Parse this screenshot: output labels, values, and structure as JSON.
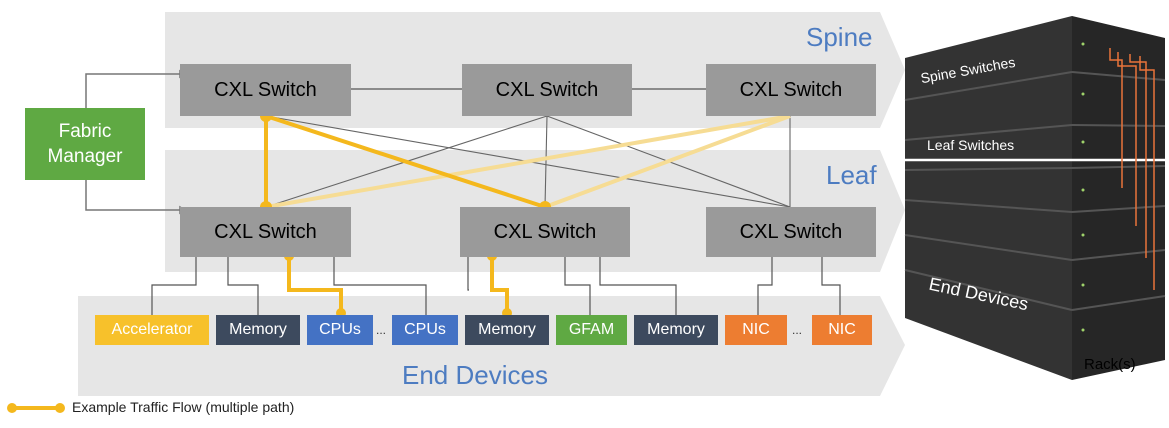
{
  "layers": {
    "spine": "Spine",
    "leaf": "Leaf",
    "end": "End Devices"
  },
  "fabric_manager": "Fabric\nManager",
  "switches": {
    "spine": [
      "CXL Switch",
      "CXL Switch",
      "CXL Switch"
    ],
    "leaf": [
      "CXL Switch",
      "CXL Switch",
      "CXL Switch"
    ]
  },
  "devices": [
    {
      "label": "Accelerator",
      "color": "#f7c12b"
    },
    {
      "label": "Memory",
      "color": "#3d4a5e"
    },
    {
      "label": "CPUs",
      "color": "#4472c4"
    },
    {
      "label": "CPUs",
      "color": "#4472c4"
    },
    {
      "label": "Memory",
      "color": "#3d4a5e"
    },
    {
      "label": "GFAM",
      "color": "#5fa943"
    },
    {
      "label": "Memory",
      "color": "#3d4a5e"
    },
    {
      "label": "NIC",
      "color": "#ed7d31"
    },
    {
      "label": "NIC",
      "color": "#ed7d31"
    }
  ],
  "ellipsis": "...",
  "rack": {
    "spine": "Spine Switches",
    "leaf": "Leaf Switches",
    "end": "End Devices",
    "caption": "Rack(s)"
  },
  "legend": "Example Traffic Flow (multiple path)",
  "colors": {
    "traffic": "#f4b81d",
    "traffic_light": "#f6dc94",
    "switch": "#9a9a9a",
    "panel": "#e6e6e6",
    "label_blue": "#4d7cc1"
  }
}
